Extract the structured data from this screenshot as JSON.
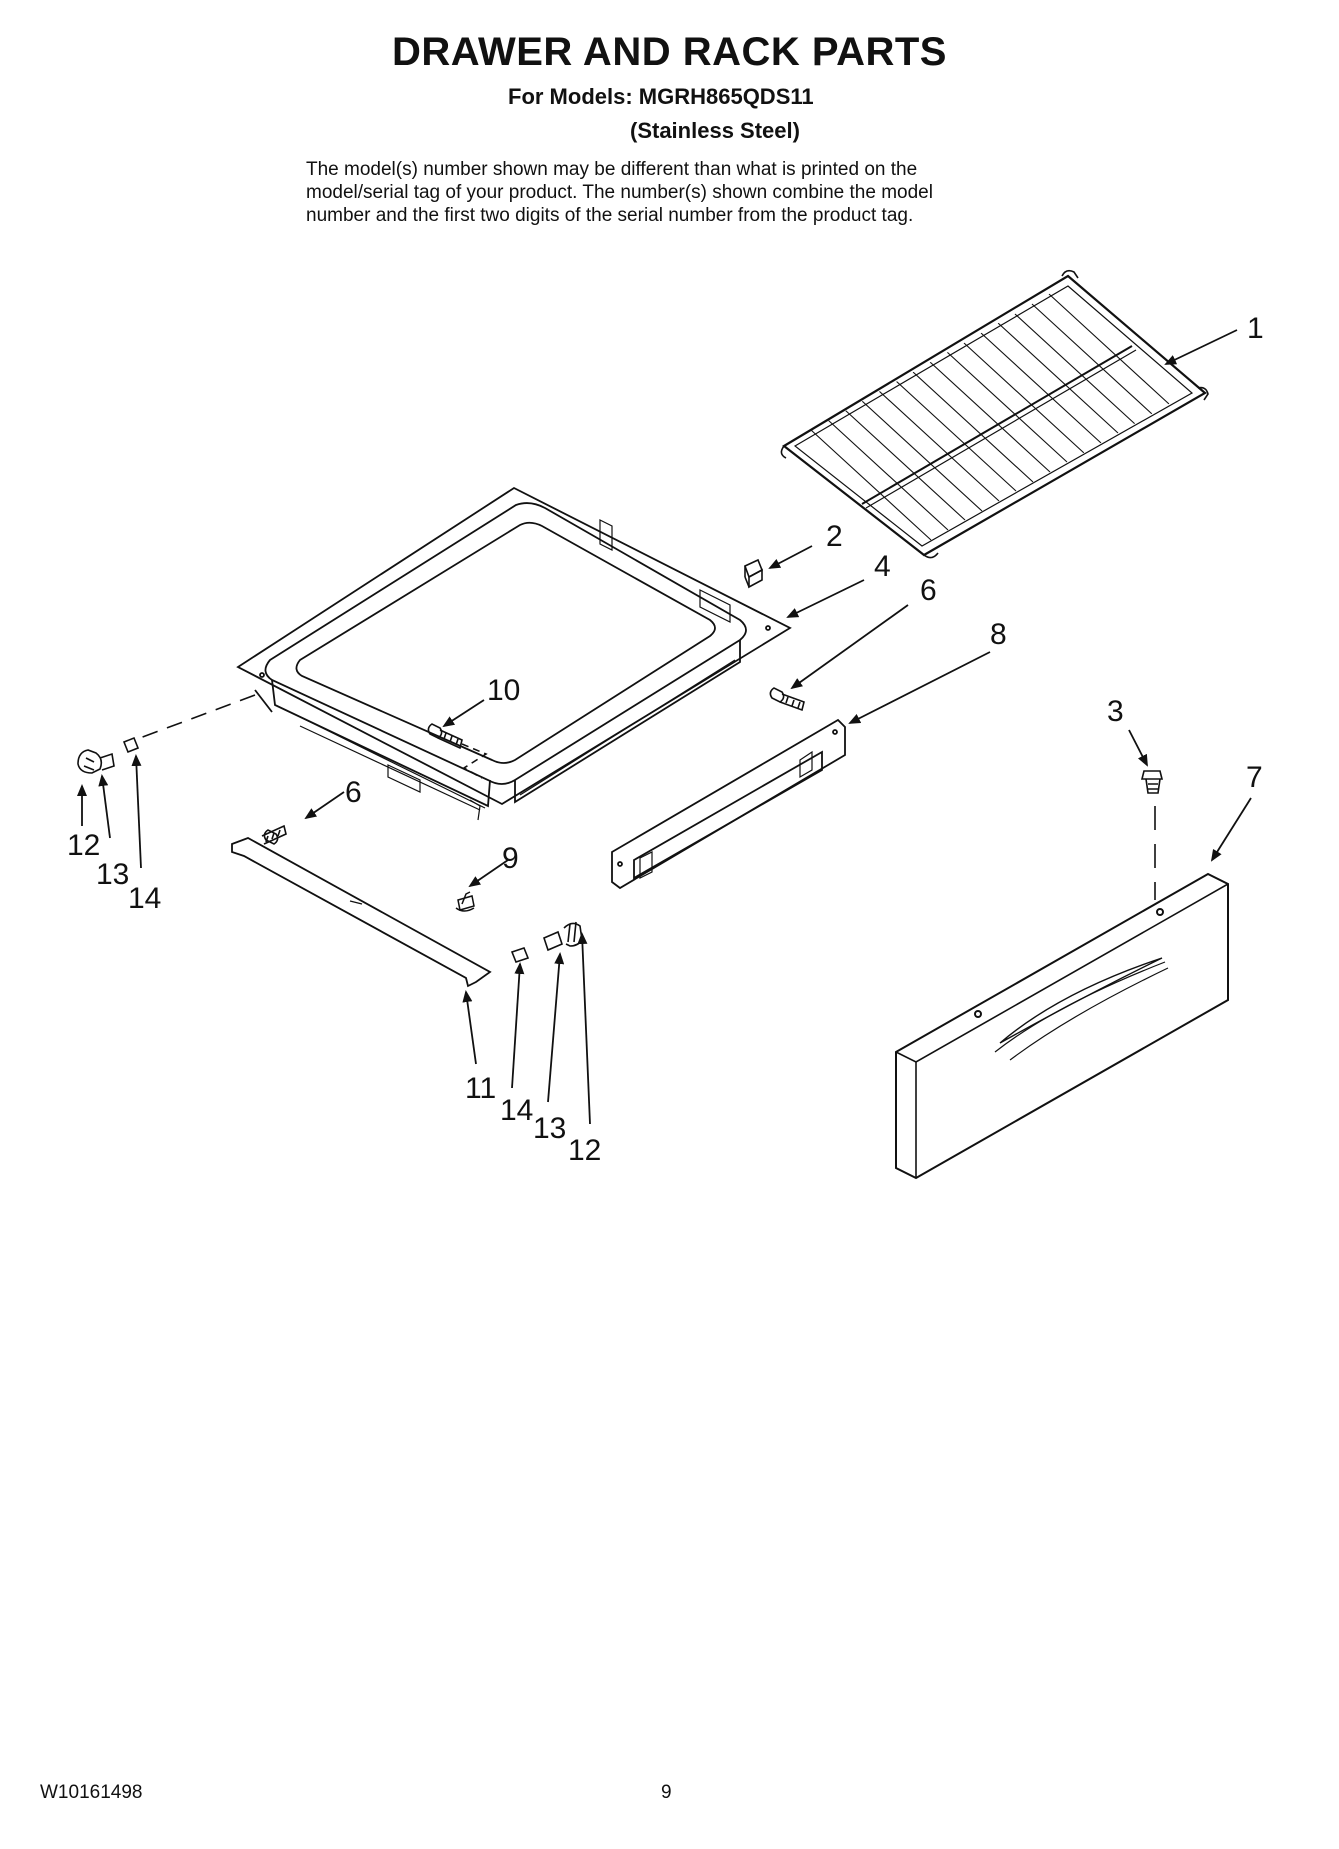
{
  "header": {
    "title": "DRAWER AND RACK PARTS",
    "models_line": "For Models: MGRH865QDS11",
    "variant": "(Stainless Steel)",
    "note_lines": [
      "The model(s) number shown may be different than what is printed on the",
      "model/serial tag of your product. The number(s) shown combine the model",
      "number and the first two digits of the serial number from the product tag."
    ]
  },
  "callouts": [
    "1",
    "2",
    "4",
    "6",
    "8",
    "10",
    "3",
    "7",
    "12",
    "13",
    "14",
    "6",
    "9",
    "11",
    "14",
    "13",
    "12"
  ],
  "footer": {
    "doc_number": "W10161498",
    "page_number": "9"
  }
}
